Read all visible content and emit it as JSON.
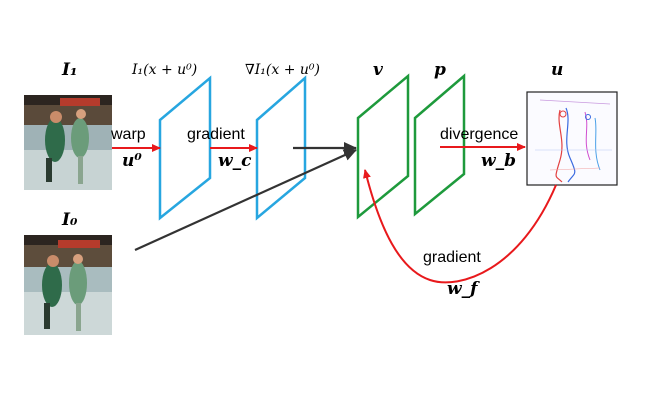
{
  "labels": {
    "img1": "I₁",
    "img0": "I₀",
    "warp_expr": "I₁(x + u⁰)",
    "grad_expr": "∇I₁(x + u⁰)",
    "v": "v",
    "p": "p",
    "u": "u",
    "warp_word": "warp",
    "warp_sub": "u⁰",
    "gradient_word": "gradient",
    "gradient_sub": "w_c",
    "divergence_word": "divergence",
    "divergence_sub": "w_b",
    "gradient2_word": "gradient",
    "gradient2_sub": "w_f"
  },
  "colors": {
    "blue_frame": "#27a6e0",
    "green_frame": "#1e9a3c",
    "red_arrow": "#e8191c",
    "dark_arrow": "#333333"
  }
}
